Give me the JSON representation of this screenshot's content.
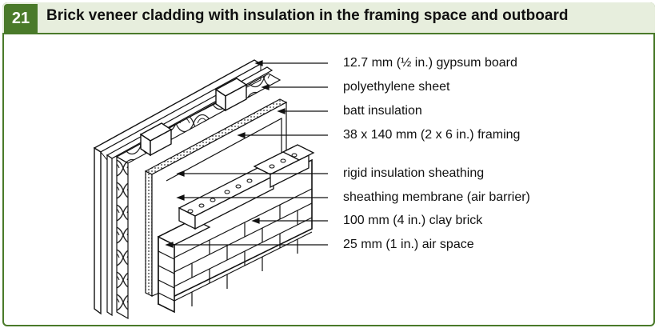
{
  "figure": {
    "number": "21",
    "title": "Brick veneer cladding with insulation in the framing space and outboard"
  },
  "labels": [
    "12.7 mm (½ in.) gypsum board",
    "polyethylene sheet",
    "batt insulation",
    "38 x 140 mm (2 x 6 in.) framing",
    "rigid insulation sheathing",
    "sheathing membrane (air barrier)",
    "100 mm (4 in.) clay brick",
    "25 mm (1 in.) air space"
  ],
  "colors": {
    "accent": "#4a7a2a",
    "header_bg": "#e7eedd"
  }
}
